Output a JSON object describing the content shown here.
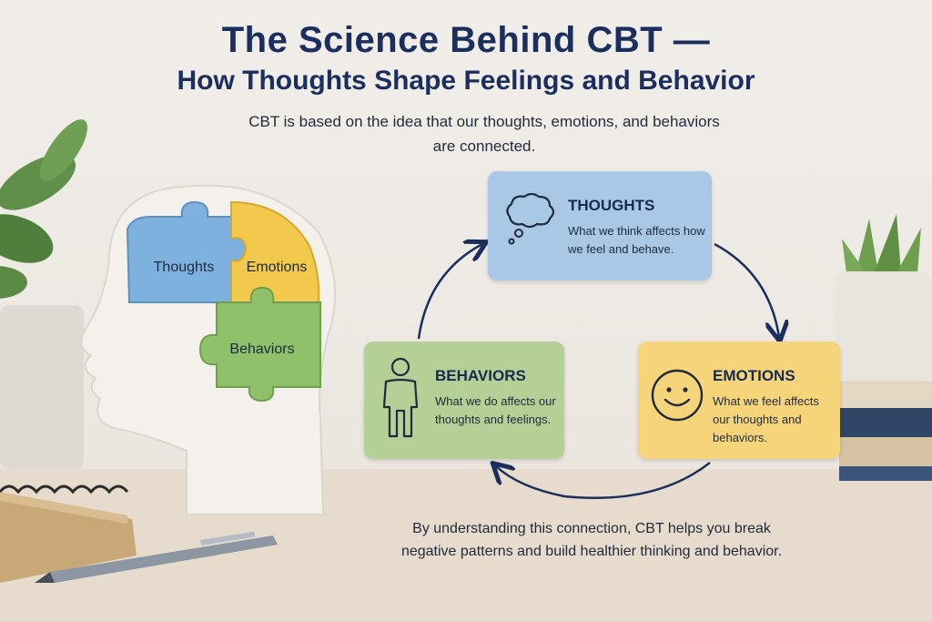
{
  "title": {
    "line1": "The Science Behind CBT —",
    "line2": "How Thoughts Shape Feelings and Behavior"
  },
  "intro": "CBT is based on the idea that our thoughts, emotions, and behaviors are connected.",
  "outro": "By understanding this connection, CBT helps you break negative patterns and build healthier thinking and behavior.",
  "puzzle": {
    "thoughts": "Thoughts",
    "emotions": "Emotions",
    "behaviors": "Behaviors"
  },
  "cards": {
    "thoughts": {
      "title": "THOUGHTS",
      "text": "What we think affects how we feel and behave.",
      "icon": "thought-bubble-icon"
    },
    "emotions": {
      "title": "EMOTIONS",
      "text": "What we feel affects our thoughts and behaviors.",
      "icon": "smiley-face-icon"
    },
    "behaviors": {
      "title": "BEHAVIORS",
      "text": "What we do affects our thoughts and feelings.",
      "icon": "person-icon"
    }
  },
  "colors": {
    "title": "#1b2f5e",
    "thoughts": "#a8c8e6",
    "emotions": "#f6d57a",
    "behaviors": "#b5d097",
    "arrow": "#1b2f5e"
  }
}
